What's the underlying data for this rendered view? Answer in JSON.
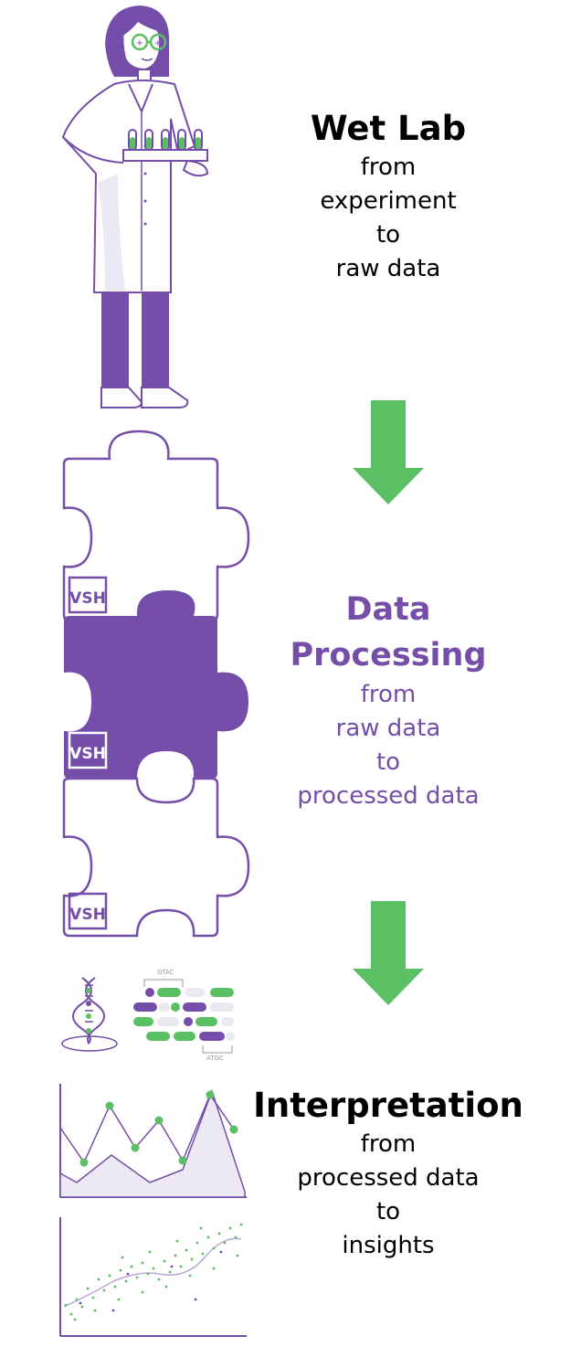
{
  "stages": [
    {
      "title": "Wet Lab",
      "lines": [
        "from",
        "experiment",
        "to",
        "raw data"
      ]
    },
    {
      "title_1": "Data",
      "title_2": "Processing",
      "lines": [
        "from",
        "raw data",
        "to",
        "processed data"
      ]
    },
    {
      "title": "Interpretation",
      "lines": [
        "from",
        "processed data",
        "to",
        "insights"
      ]
    }
  ],
  "puzzle_logo": "VSH",
  "sequence_labels": {
    "top": "GTAC",
    "bottom": "ATGC"
  },
  "colors": {
    "purple": "#744ea8",
    "green": "#5bbf63",
    "light_purple": "#ece8f4",
    "light_gray": "#e9e9ef"
  }
}
